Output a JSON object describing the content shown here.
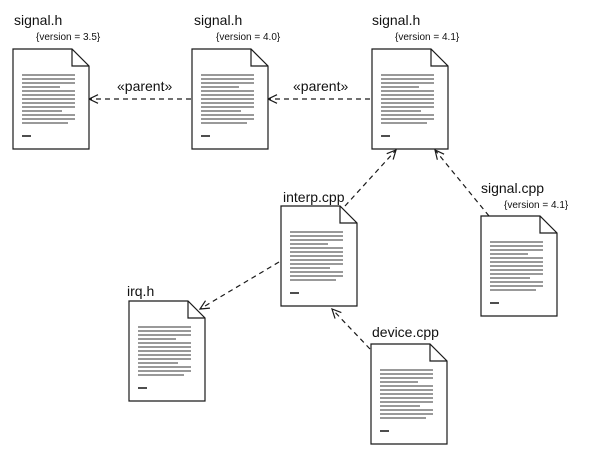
{
  "artifacts": [
    {
      "id": "signal-h-35",
      "name": "signal.h",
      "tag": "{version = 3.5}"
    },
    {
      "id": "signal-h-40",
      "name": "signal.h",
      "tag": "{version = 4.0}"
    },
    {
      "id": "signal-h-41",
      "name": "signal.h",
      "tag": "{version = 4.1}"
    },
    {
      "id": "interp-cpp",
      "name": "interp.cpp",
      "tag": ""
    },
    {
      "id": "signal-cpp",
      "name": "signal.cpp",
      "tag": "{version = 4.1}"
    },
    {
      "id": "irq-h",
      "name": "irq.h",
      "tag": ""
    },
    {
      "id": "device-cpp",
      "name": "device.cpp",
      "tag": ""
    }
  ],
  "dependencies": [
    {
      "from": "signal-h-40",
      "to": "signal-h-35",
      "label": "«parent»"
    },
    {
      "from": "signal-h-41",
      "to": "signal-h-40",
      "label": "«parent»"
    },
    {
      "from": "interp-cpp",
      "to": "signal-h-41",
      "label": ""
    },
    {
      "from": "signal-cpp",
      "to": "signal-h-41",
      "label": ""
    },
    {
      "from": "interp-cpp",
      "to": "irq-h",
      "label": ""
    },
    {
      "from": "device-cpp",
      "to": "interp-cpp",
      "label": ""
    }
  ]
}
